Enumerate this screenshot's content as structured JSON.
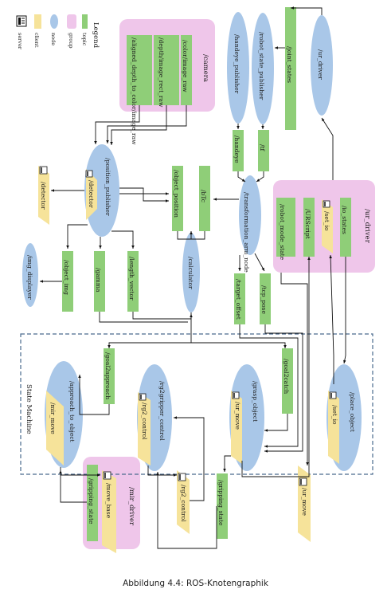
{
  "caption": "Abbildung 4.4: ROS-Knotengraphik",
  "legend": {
    "title": "Legend",
    "items": [
      {
        "kind": "server",
        "label": "server"
      },
      {
        "kind": "client",
        "label": "client"
      },
      {
        "kind": "node",
        "label": "node"
      },
      {
        "kind": "group",
        "label": "group"
      },
      {
        "kind": "topic",
        "label": "topic"
      }
    ]
  },
  "colors": {
    "node": "#a9c7e8",
    "topic": "#8fce78",
    "group": "#efc6ea",
    "client": "#f6e39a",
    "dashed_border": "#4a6b8e"
  },
  "groups": {
    "camera": "/camera",
    "ur_driver": "/ur_driver",
    "mir_driver": "/mir_driver",
    "state_machine": "State Machine"
  },
  "nodes": {
    "ur_driver_top": "/ur_driver",
    "robot_state_publisher": "/robot_state_publisher",
    "handeye_publisher": "/handeye_publisher",
    "position_publisher": "/position_publisher",
    "transformation_arm_node": "/transformation_arm_node",
    "calculator": "/calculator",
    "img_displayer": "/img_displayer",
    "approach_to_object": "/approach_to_object",
    "rg2gripper_control": "/rg2gripper_control",
    "grasp_object": "/grasp_object",
    "place_object": "/place_object"
  },
  "topics": {
    "joint_states": "/joint_states",
    "handeye": "/handeye",
    "tf": "/tf",
    "color_image_raw": "/color/image_raw",
    "depth_image_rect_raw": "/depth/image_rect_raw",
    "aligned_depth": "/aligned_depth_to_color/image_raw",
    "object_position": "/object_position",
    "bTc": "/bTc",
    "object_img": "/object_img",
    "gamma": "/gamma",
    "length_vector": "/length_vector",
    "target_offset": "/target_offset",
    "tcp_pose": "/tcp_pose",
    "io_states": "/io_states",
    "robot_mode_state": "/robot_mode_state",
    "goal2approach": "/goal2approach",
    "goal2catch": "/goal2catch",
    "gripping_state_bottom": "/gripping_state",
    "gripping_state_mir": "/gripping_state"
  },
  "services": {
    "urscript": "/URScript",
    "set_io_group": "/set_io",
    "detector_server": "/detector",
    "mir_move_base": "/move_base",
    "detector_client": "/detector",
    "mir_move_client": "/mir_move",
    "rg2_control_client": "/rg2_control",
    "ur_move_client": "/ur_move",
    "set_io_client": "/set_io",
    "rg2_control_ext": "/rg2_control",
    "ur_move_ext": "/ur_move"
  }
}
